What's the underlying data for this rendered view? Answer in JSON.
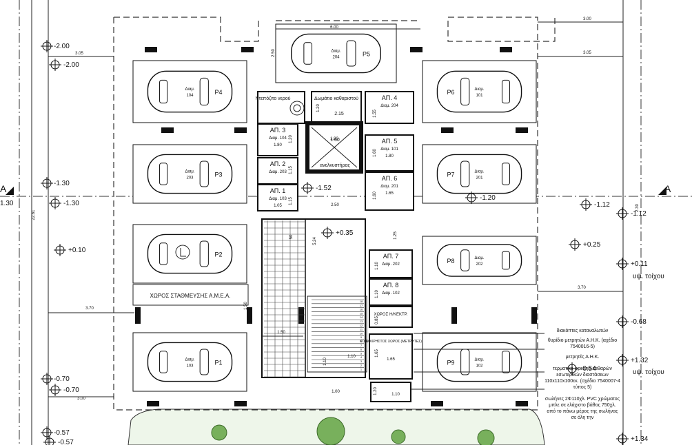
{
  "colors": {
    "line": "#111111",
    "background": "#ffffff",
    "planting": "#78b05c"
  },
  "stalls": [
    {
      "id": "P1",
      "label": "Διαμ.",
      "unit": "103"
    },
    {
      "id": "P2",
      "label": "",
      "unit": ""
    },
    {
      "id": "P3",
      "label": "Διαμ.",
      "unit": "203"
    },
    {
      "id": "P4",
      "label": "Διαμ.",
      "unit": "104"
    },
    {
      "id": "P5",
      "label": "Διαμ.",
      "unit": "204"
    },
    {
      "id": "P6",
      "label": "Διαμ.",
      "unit": "101"
    },
    {
      "id": "P7",
      "label": "Διαμ.",
      "unit": "201"
    },
    {
      "id": "P8",
      "label": "Διαμ.",
      "unit": "202"
    },
    {
      "id": "P9",
      "label": "Διαμ.",
      "unit": "102"
    }
  ],
  "accessible_parking_label": "ΧΩΡΟΣ ΣΤΑΘΜΕΥΣΗΣ Α.Μ.Ε.Α.",
  "storerooms": [
    {
      "name": "ΑΠ. 1",
      "unit": "Διαμ. 103",
      "dim": "1.05"
    },
    {
      "name": "ΑΠ. 2",
      "unit": "Διαμ. 203",
      "dim": ""
    },
    {
      "name": "ΑΠ. 3",
      "unit": "Διαμ. 104",
      "dim": "1.80"
    },
    {
      "name": "ΑΠ. 4",
      "unit": "Διαμ. 204",
      "dim": ""
    },
    {
      "name": "ΑΠ. 5",
      "unit": "Διαμ. 101",
      "dim": "1.80"
    },
    {
      "name": "ΑΠ. 6",
      "unit": "Διαμ. 201",
      "dim": "1.65"
    },
    {
      "name": "ΑΠ. 7",
      "unit": "Διαμ. 202",
      "dim": ""
    },
    {
      "name": "ΑΠ. 8",
      "unit": "Διαμ. 102",
      "dim": ""
    }
  ],
  "rooms": {
    "water_tank": "Ντεπόζιτο νερού",
    "cleaning_room": "Δωμάτιο καθαριστού",
    "cleaning_dim": "2.15",
    "lift": "ανελκυστήρας",
    "lift_dim": "1.60",
    "elec_room": "ΧΩΡΟΣ Η/ΚΕΚΤΡ.",
    "meter_room": "ΚΟΙΝΟΧΡΗΣΤΟΣ ΧΩΡΟΣ (ΜΕΤΡΗΤΕΣ)"
  },
  "section_marker": {
    "left": "A",
    "right": "A"
  },
  "levels": {
    "l1": "-2.00",
    "l2": "-2.00",
    "l3": "-1.30",
    "l4": "1.30",
    "l5": "-1.30",
    "l6": "+0.10",
    "l7": "-0.70",
    "l8": "-0.70",
    "l9": "-0.57",
    "l10": "-0.57",
    "l11": "-1.52",
    "l12": "+0.35",
    "l13": "-1.20",
    "l14": "-1.12",
    "l15": "-1.12",
    "l16": "+0.25",
    "l17": "+0.11",
    "l18": "-0.68",
    "l19": "-0.54",
    "l20": "+1.32",
    "l21": "+1.34",
    "l22": "υψ. τοίχου",
    "l23": "υψ. τοίχου"
  },
  "dimensions": {
    "d1": "6.00",
    "d2": "3.00",
    "d3": "3.05",
    "d4": "3.05",
    "d5": "2.50",
    "d6": "1.20",
    "d7": "1.20",
    "d8": "1.55",
    "d9": "1.60",
    "d10": "1.15",
    "d11": "1.15",
    "d12": "1.60",
    "d13": "1.80",
    "d14": "2.50",
    "d15": "5.24",
    "d16": "50",
    "d17": "1.25",
    "d18": "1.10",
    "d19": "1.10",
    "d20": "0.85",
    "d21": "1.65",
    "d22": "1.65",
    "d23": "1.10",
    "d24": "1.10",
    "d25": "1.00",
    "d26": "1.50",
    "d27": "1.50",
    "d28": "3.70",
    "d29": "3.70",
    "d30": "3.00",
    "d31": "22.61",
    "d32": "1.10",
    "d33": "2.30",
    "d34": "1.20"
  },
  "stairs": [
    "18",
    "17",
    "16",
    "15",
    "14",
    "13",
    "12",
    "11",
    "10",
    "9",
    "8",
    "7",
    "6",
    "5",
    "4",
    "3",
    "2",
    "1"
  ],
  "notes": {
    "n1": "διακόπτες καταναλωτών",
    "n2": "θυρίδιο μετρητών Α.Η.Κ. (αχέδιο 7540016-5)",
    "n3": "μετρητές Α.Η.Κ.",
    "n4": "τερματικό φρεάτιο καθαρών εσωτερικών διαστάσεων 110x110x100εκ. (σχέδιο 7540007-4 τύπος 5)",
    "n5": "σωλήνες 2Φ110χλ. PVC χρώματος μπλε σε ελάχιστο βάθος 750χλ. από το πάνω μέρος της σωλήνας σε όλη την"
  }
}
